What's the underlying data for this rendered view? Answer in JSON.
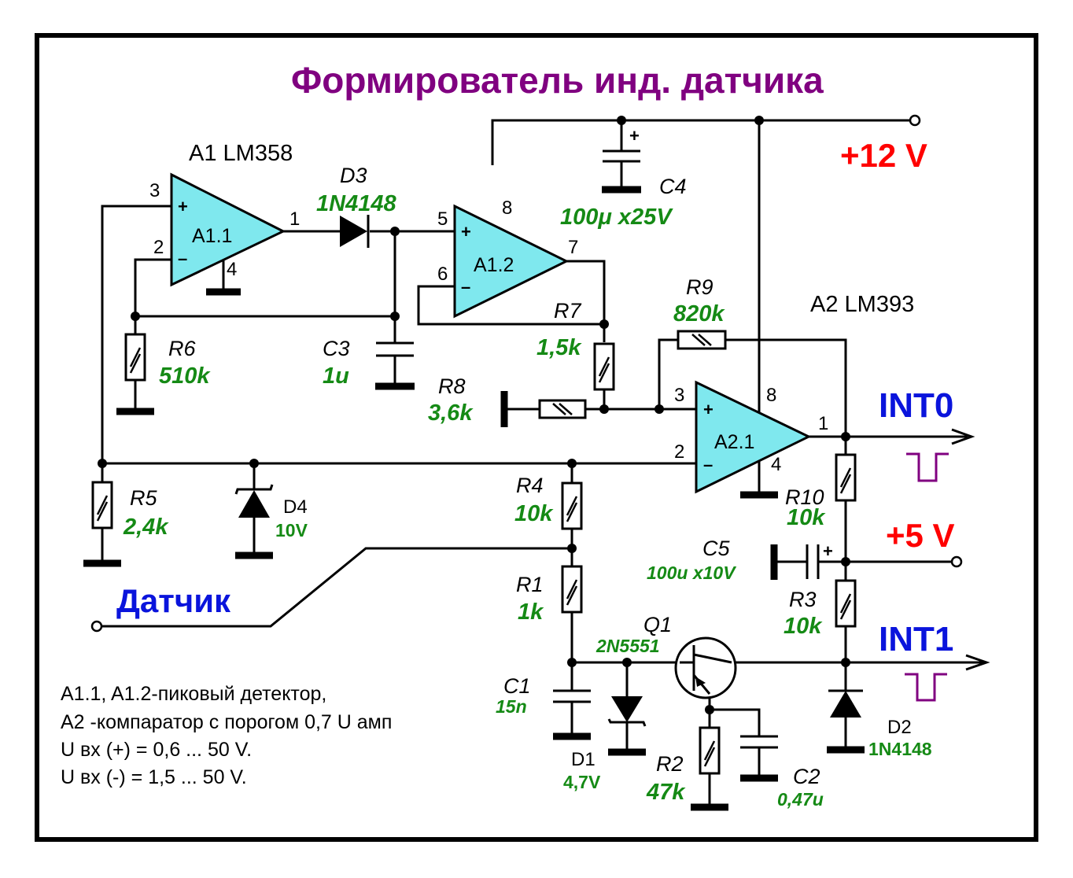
{
  "title": "Формирователь инд. датчика",
  "chips": {
    "a1": "A1  LM358",
    "a2": "A2  LM393"
  },
  "opamps": {
    "a11": "A1.1",
    "a12": "A1.2",
    "a21": "A2.1"
  },
  "pins": {
    "a11_plus": "3",
    "a11_minus": "2",
    "a11_out": "1",
    "a11_gnd": "4",
    "a12_plus": "5",
    "a12_minus": "6",
    "a12_out": "7",
    "a12_vcc": "8",
    "a21_plus": "3",
    "a21_minus": "2",
    "a21_out": "1",
    "a21_vcc": "8",
    "a21_gnd": "4"
  },
  "signs": {
    "plus": "+",
    "minus": "–"
  },
  "power": {
    "v12": "+12 V",
    "v5": "+5 V"
  },
  "outputs": {
    "int0": "INT0",
    "int1": "INT1"
  },
  "sensor_label": "Датчик",
  "components": {
    "d3": {
      "ref": "D3",
      "value": "1N4148"
    },
    "c4": {
      "ref": "C4",
      "value": "100μ x25V"
    },
    "r9": {
      "ref": "R9",
      "value": "820k"
    },
    "r7": {
      "ref": "R7",
      "value": "1,5k"
    },
    "r6": {
      "ref": "R6",
      "value": "510k"
    },
    "c3": {
      "ref": "C3",
      "value": "1u"
    },
    "r8": {
      "ref": "R8",
      "value": "3,6k"
    },
    "r5": {
      "ref": "R5",
      "value": "2,4k"
    },
    "d4": {
      "ref": "D4",
      "value": "10V"
    },
    "r4": {
      "ref": "R4",
      "value": "10k"
    },
    "r10": {
      "ref": "R10",
      "value": "10k"
    },
    "c5": {
      "ref": "C5",
      "value": "100u x10V"
    },
    "r1": {
      "ref": "R1",
      "value": "1k"
    },
    "r3": {
      "ref": "R3",
      "value": "10k"
    },
    "q1": {
      "ref": "Q1",
      "value": "2N5551"
    },
    "c1": {
      "ref": "C1",
      "value": "15n"
    },
    "d1": {
      "ref": "D1",
      "value": "4,7V"
    },
    "r2": {
      "ref": "R2",
      "value": "47k"
    },
    "c2": {
      "ref": "C2",
      "value": "0,47u"
    },
    "d2": {
      "ref": "D2",
      "value": "1N4148"
    }
  },
  "notes": [
    "A1.1, A1.2-пиковый детектор,",
    "A2 -компаратор с порогом 0,7 U амп",
    "U вх (+) = 0,6 ... 50 V.",
    "U вх (-) = 1,5 ... 50 V."
  ],
  "colors": {
    "frame": "#000000",
    "opamp_fill": "#7fe8ee",
    "title": "#800080",
    "value": "#158a15",
    "power": "#ff0000",
    "signal": "#0a14dc"
  }
}
